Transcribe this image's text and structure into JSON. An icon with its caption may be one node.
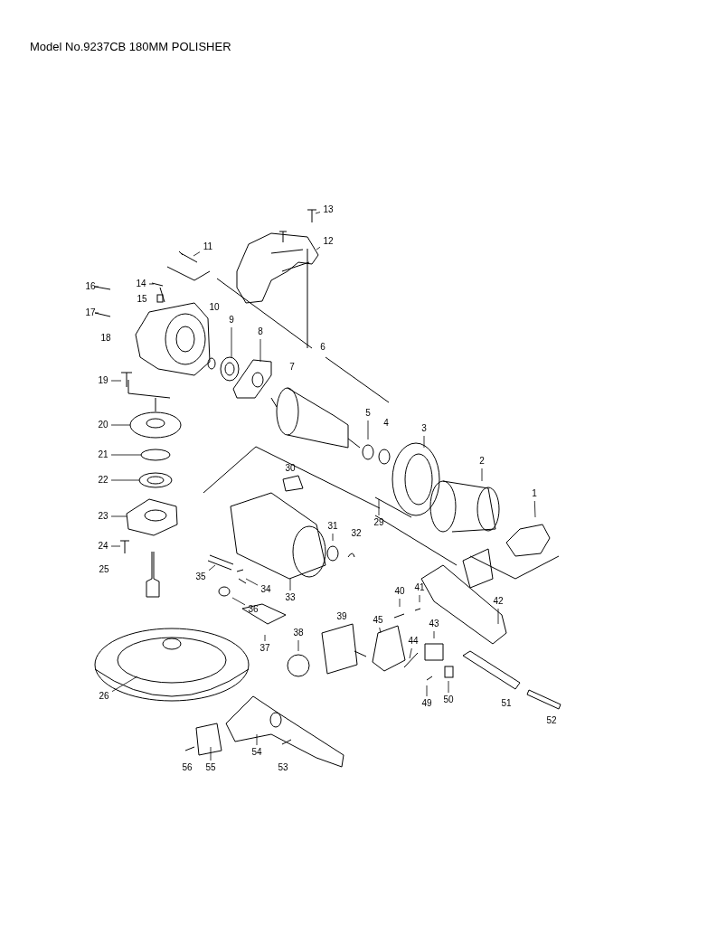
{
  "diagram": {
    "title": "Model No.9237CB 180MM POLISHER",
    "nodes": [
      {
        "text": [
          "1"
        ]
      },
      {
        "text": [
          "2"
        ]
      },
      {
        "text": [
          "3"
        ]
      },
      {
        "text": [
          "5"
        ]
      },
      {
        "text": [
          "8"
        ]
      },
      {
        "text": [
          "9"
        ]
      },
      {
        "text": [
          "11"
        ]
      },
      {
        "text": [
          "12"
        ]
      },
      {
        "text": [
          "13"
        ]
      },
      {
        "text": [
          "14"
        ]
      },
      {
        "text": [
          "16"
        ]
      },
      {
        "text": [
          "17"
        ]
      },
      {
        "text": [
          "19"
        ]
      },
      {
        "text": [
          "20"
        ]
      },
      {
        "text": [
          "21"
        ]
      },
      {
        "text": [
          "22"
        ]
      },
      {
        "text": [
          "23"
        ]
      },
      {
        "text": [
          "24"
        ]
      },
      {
        "text": [
          "26"
        ]
      },
      {
        "text": [
          "29"
        ]
      },
      {
        "text": [
          "31"
        ]
      },
      {
        "text": [
          "33"
        ]
      },
      {
        "text": [
          "34"
        ]
      },
      {
        "text": [
          "35"
        ]
      },
      {
        "text": [
          "36"
        ]
      },
      {
        "text": [
          "37"
        ]
      },
      {
        "text": [
          "38"
        ]
      },
      {
        "text": [
          "40"
        ]
      },
      {
        "text": [
          "41"
        ]
      },
      {
        "text": [
          "42"
        ]
      },
      {
        "text": [
          "43"
        ]
      },
      {
        "text": [
          "44"
        ]
      },
      {
        "text": [
          "45"
        ]
      },
      {
        "text": [
          "49"
        ]
      },
      {
        "text": [
          "50"
        ]
      },
      {
        "text": [
          "54"
        ]
      },
      {
        "text": [
          "55"
        ]
      }
    ],
    "edges": [
      {
        "from": 0,
        "to": null,
        "arrow": "none"
      },
      {
        "from": 1,
        "to": null,
        "arrow": "none"
      },
      {
        "from": 2,
        "to": null,
        "arrow": "none"
      },
      {
        "from": 3,
        "to": null,
        "arrow": "none"
      },
      {
        "from": 4,
        "to": null,
        "arrow": "none"
      },
      {
        "from": 5,
        "to": null,
        "arrow": "none"
      },
      {
        "from": 6,
        "to": null,
        "arrow": "none"
      },
      {
        "from": 7,
        "to": null,
        "arrow": "none"
      },
      {
        "from": 8,
        "to": null,
        "arrow": "none"
      },
      {
        "from": 9,
        "to": null,
        "arrow": "none"
      },
      {
        "from": 10,
        "to": null,
        "arrow": "none"
      },
      {
        "from": 11,
        "to": null,
        "arrow": "none"
      },
      {
        "from": 12,
        "to": null,
        "arrow": "none"
      },
      {
        "from": 13,
        "to": null,
        "arrow": "none"
      },
      {
        "from": 14,
        "to": null,
        "arrow": "none"
      },
      {
        "from": 15,
        "to": null,
        "arrow": "none"
      },
      {
        "from": 16,
        "to": null,
        "arrow": "none"
      },
      {
        "from": 17,
        "to": null,
        "arrow": "none"
      },
      {
        "from": 18,
        "to": null,
        "arrow": "none"
      },
      {
        "from": 19,
        "to": null,
        "arrow": "none"
      },
      {
        "from": 20,
        "to": null,
        "arrow": "none"
      },
      {
        "from": 21,
        "to": null,
        "arrow": "none"
      },
      {
        "from": 22,
        "to": null,
        "arrow": "none"
      },
      {
        "from": 23,
        "to": null,
        "arrow": "none"
      },
      {
        "from": 24,
        "to": null,
        "arrow": "none"
      },
      {
        "from": 25,
        "to": null,
        "arrow": "none"
      },
      {
        "from": 26,
        "to": null,
        "arrow": "none"
      },
      {
        "from": 27,
        "to": null,
        "arrow": "none"
      },
      {
        "from": 28,
        "to": null,
        "arrow": "none"
      },
      {
        "from": 29,
        "to": null,
        "arrow": "none"
      },
      {
        "from": 30,
        "to": null,
        "arrow": "none"
      },
      {
        "from": 31,
        "to": null,
        "arrow": "none"
      },
      {
        "from": 32,
        "to": null,
        "arrow": "none"
      },
      {
        "from": 33,
        "to": null,
        "arrow": "none"
      },
      {
        "from": 34,
        "to": null,
        "arrow": "none"
      },
      {
        "from": 35,
        "to": null,
        "arrow": "none"
      },
      {
        "from": 36,
        "to": null,
        "arrow": "none"
      }
    ],
    "labels": [
      "4",
      "6",
      "7",
      "10",
      "15",
      "18",
      "25",
      "30",
      "32",
      "39",
      "51",
      "52",
      "53",
      "56"
    ]
  }
}
